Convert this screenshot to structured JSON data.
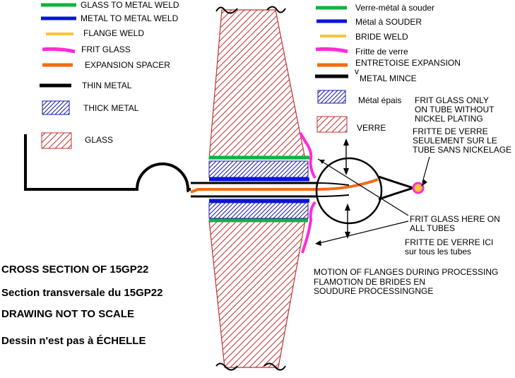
{
  "colors": {
    "green": "#0fb43c",
    "blue": "#0a14dc",
    "yellow": "#f8c43a",
    "magenta": "#ff2bd6",
    "orange": "#f56a14",
    "black": "#000000",
    "glass_hatch": "#c23232",
    "thick_hatch": "#1a1aa8"
  },
  "legend_en": {
    "weld_glass_metal": "GLASS TO METAL WELD",
    "weld_metal_metal": "METAL TO METAL WELD",
    "flange_weld": "FLANGE WELD",
    "frit_glass": "FRIT GLASS",
    "expansion_spacer": "EXPANSION SPACER",
    "thin_metal": "THIN METAL",
    "thick_metal": "THICK  METAL",
    "glass": "GLASS"
  },
  "legend_fr": {
    "weld_glass_metal": "Verre-métal à souder",
    "weld_metal_metal": "Métal à SOUDER",
    "flange_weld": "BRIDE WELD",
    "frit_glass": "Fritte de verre",
    "expansion_spacer": "ENTRETOISE EXPANSION",
    "thin_metal_marker": "v",
    "thin_metal": "METAL MINCE",
    "thick_metal": "Métal épais",
    "glass": "VERRE"
  },
  "notes": {
    "frit_only_line1": "FRIT GLASS ONLY",
    "frit_only_line2": "ON TUBE WITHOUT",
    "frit_only_line3": "NICKEL PLATING",
    "frit_only_fr_line1": "FRITTE DE VERRE",
    "frit_only_fr_line2": "SEULEMENT SUR LE",
    "frit_only_fr_line3": "TUBE SANS NICKELAGE",
    "frit_here_line1": "FRIT GLASS HERE ON",
    "frit_here_line2": "ALL TUBES",
    "frit_here_fr_line1": "FRITTE DE VERRE ICI",
    "frit_here_fr_line2": "sur tous les tubes",
    "motion_line1": "MOTION OF FLANGES DURING PROCESSING",
    "motion_fr_line1": "FLAMOTION DE BRIDES EN",
    "motion_fr_line2": "SOUDURE PROCESSINGNGE"
  },
  "titles": {
    "cross_section": "CROSS SECTION OF 15GP22",
    "cross_section_fr": "Section transversale du 15GP22",
    "not_to_scale": "DRAWING NOT TO SCALE",
    "not_to_scale_fr": "Dessin n'est pas à ÉCHELLE"
  }
}
